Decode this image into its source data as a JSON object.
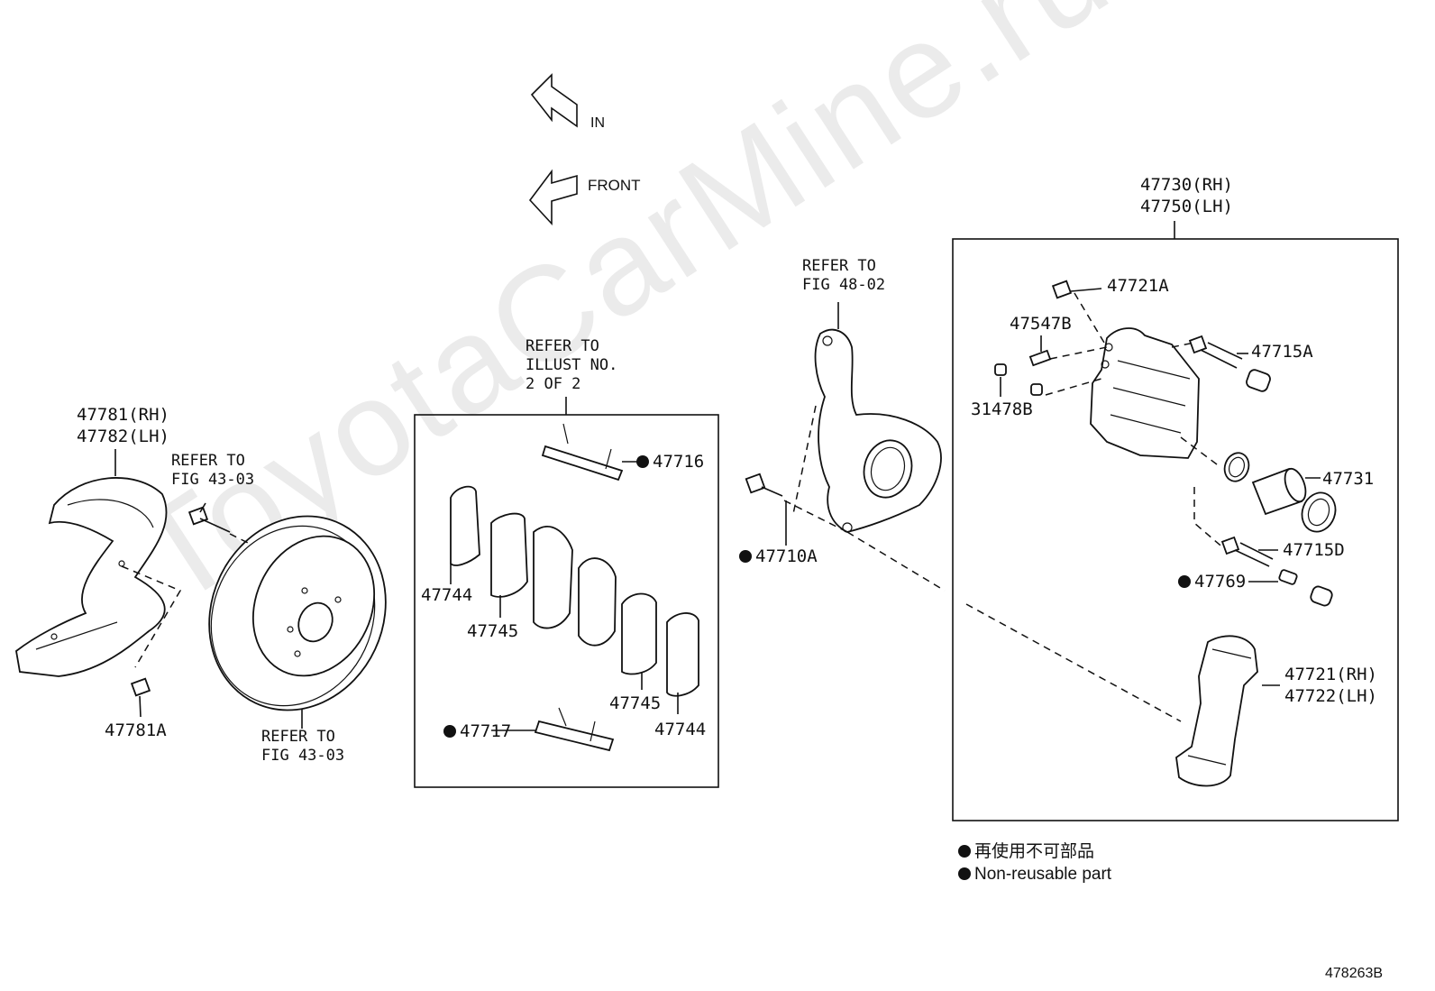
{
  "watermark": "ToyotaCarMine.ru",
  "orientation": {
    "in_label": "IN",
    "front_label": "FRONT"
  },
  "labels": {
    "assembly_rh": "47730(RH)",
    "assembly_lh": "47750(LH)",
    "shield_rh": "47781(RH)",
    "shield_lh": "47782(LH)",
    "shield_bolt": "47781A",
    "refer_43_03_top_a": "REFER TO",
    "refer_43_03_top_b": "FIG 43-03",
    "refer_43_03_bot_a": "REFER TO",
    "refer_43_03_bot_b": "FIG 43-03",
    "refer_illust_a": "REFER TO",
    "refer_illust_b": "ILLUST NO.",
    "refer_illust_c": "2 OF 2",
    "refer_48_02_a": "REFER TO",
    "refer_48_02_b": "FIG 48-02",
    "p47716": "47716",
    "p47744_left": "47744",
    "p47745_left": "47745",
    "p47745_right": "47745",
    "p47744_right": "47744",
    "p47717": "47717",
    "p47710a": "47710A",
    "p47721a": "47721A",
    "p47547b": "47547B",
    "p31478b": "31478B",
    "p47715a": "47715A",
    "p47731": "47731",
    "p47715d": "47715D",
    "p47769": "47769",
    "mount_rh": "47721(RH)",
    "mount_lh": "47722(LH)"
  },
  "legend": {
    "line1": "再使用不可部品",
    "line2": "Non-reusable part"
  },
  "figure_id": "478263B"
}
